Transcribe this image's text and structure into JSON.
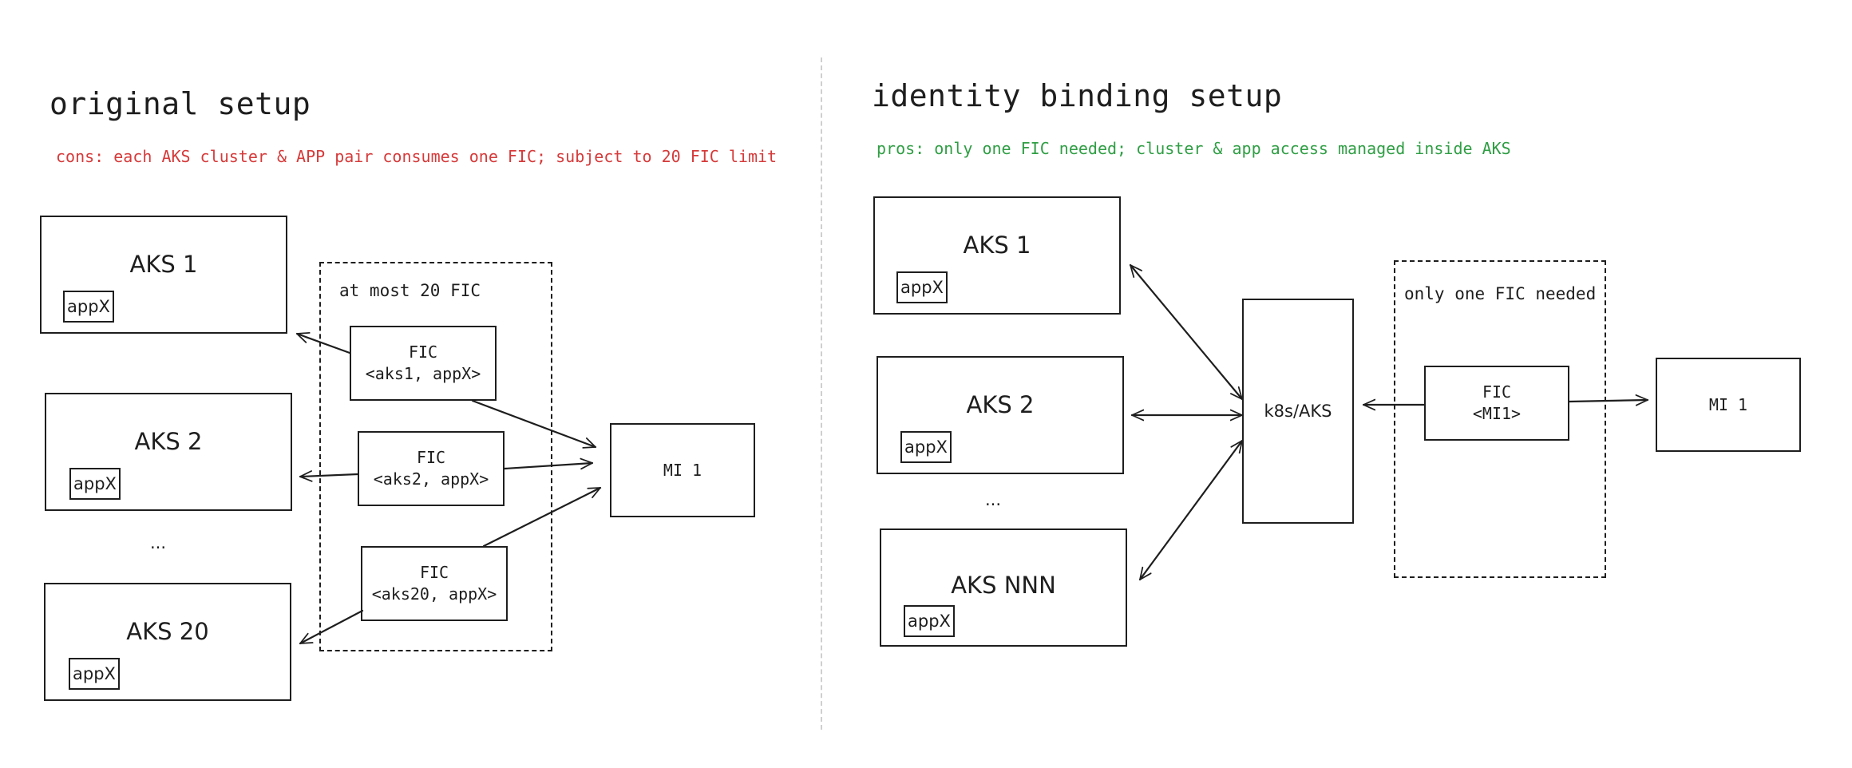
{
  "left": {
    "title": "original setup",
    "note": "cons: each AKS cluster & APP pair consumes one FIC; subject to 20 FIC limit",
    "aks": [
      {
        "label": "AKS 1",
        "app": "appX"
      },
      {
        "label": "AKS 2",
        "app": "appX"
      },
      {
        "label": "AKS 20",
        "app": "appX"
      }
    ],
    "ellipsis": "...",
    "group_label": "at most 20 FIC",
    "fics": [
      {
        "title": "FIC",
        "subject": "<aks1, appX>"
      },
      {
        "title": "FIC",
        "subject": "<aks2, appX>"
      },
      {
        "title": "FIC",
        "subject": "<aks20, appX>"
      }
    ],
    "mi": "MI 1"
  },
  "right": {
    "title": "identity binding setup",
    "note": "pros: only one FIC needed; cluster & app access managed inside AKS",
    "aks": [
      {
        "label": "AKS 1",
        "app": "appX"
      },
      {
        "label": "AKS 2",
        "app": "appX"
      },
      {
        "label": "AKS NNN",
        "app": "appX"
      }
    ],
    "ellipsis": "...",
    "hub": "k8s/AKS",
    "group_label": "only one FIC needed",
    "fic": {
      "title": "FIC",
      "subject": "<MI1>"
    },
    "mi": "MI 1"
  },
  "colors": {
    "cons": "#d63a3a",
    "pros": "#2f9e44",
    "stroke": "#1e1e1e",
    "divider": "#cfcfcf"
  }
}
